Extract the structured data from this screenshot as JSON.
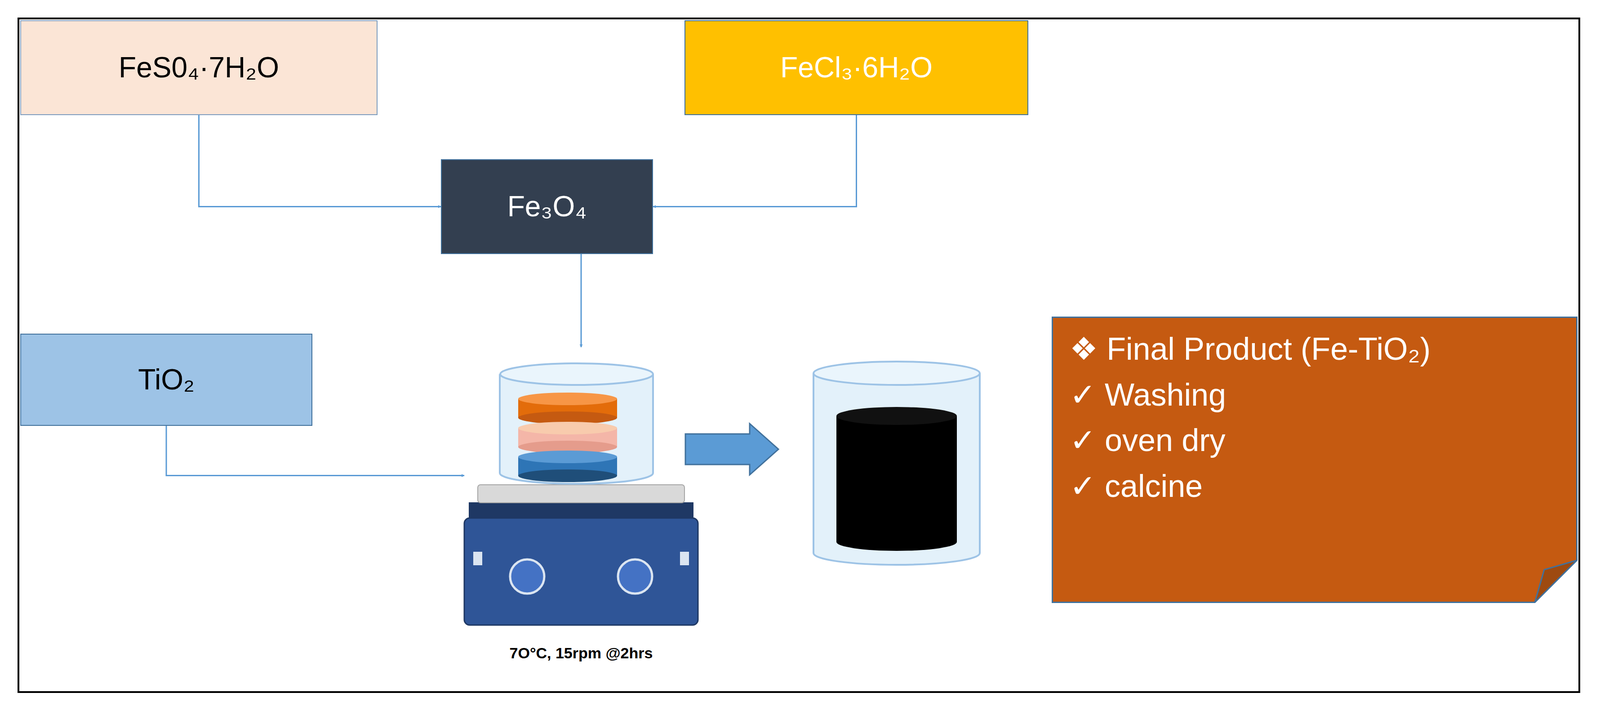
{
  "diagram": {
    "nodes": [
      {
        "text": [
          "FeS0₄·7H₂O"
        ]
      },
      {
        "text": [
          "FeCl₃·6H₂O"
        ]
      },
      {
        "text": [
          "Fe₃O₄"
        ]
      },
      {
        "text": [
          "TiO₂"
        ]
      },
      {
        "text": [
          "7O°C, 15rpm @2hrs"
        ]
      },
      {
        "text": [
          "❖ Final Product (Fe-TiO₂)",
          "✓ Washing",
          "✓ oven dry",
          "✓ calcine"
        ]
      }
    ],
    "edges": [
      {
        "from": 0,
        "to": 2,
        "arrow": "to"
      },
      {
        "from": 1,
        "to": 2,
        "arrow": "to"
      },
      {
        "from": 2,
        "to": 4,
        "arrow": "to"
      },
      {
        "from": 3,
        "to": 4,
        "arrow": "to"
      }
    ]
  }
}
